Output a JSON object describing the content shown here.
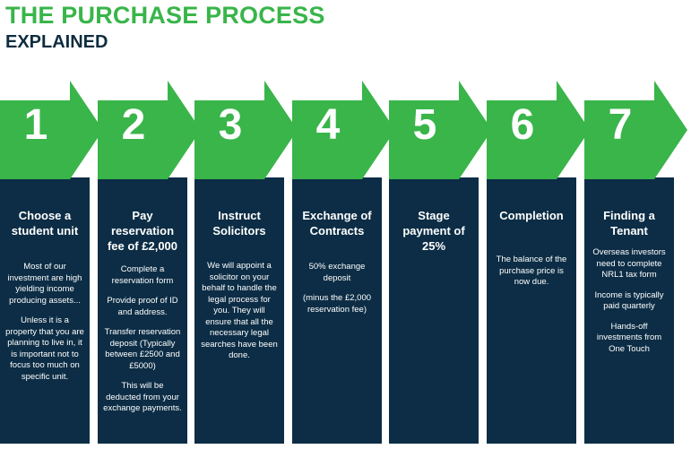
{
  "header": {
    "title": "THE PURCHASE PROCESS",
    "subtitle": "EXPLAINED"
  },
  "colors": {
    "green": "#39b54a",
    "navy": "#0c2d45"
  },
  "steps": [
    {
      "number": "1",
      "heading": "Choose a student unit",
      "body": [
        "Most of our investment are high yielding income producing assets...",
        "Unless it is a property that you are planning to live in, it is important not to focus too much on specific unit."
      ]
    },
    {
      "number": "2",
      "heading": "Pay reservation fee of £2,000",
      "body": [
        "Complete a reservation form",
        "Provide proof of ID and address.",
        "Transfer reservation deposit (Typically between £2500 and £5000)",
        "This will be deducted from your exchange payments."
      ]
    },
    {
      "number": "3",
      "heading": "Instruct Solicitors",
      "body": [
        "We will appoint a solicitor on your behalf to handle the legal process for you. They will ensure that all the necessary legal searches have been done."
      ]
    },
    {
      "number": "4",
      "heading": "Exchange of Contracts",
      "body": [
        "50% exchange deposit",
        "(minus the £2,000 reservation fee)"
      ]
    },
    {
      "number": "5",
      "heading": "Stage payment of 25%",
      "body": []
    },
    {
      "number": "6",
      "heading": "Completion",
      "body": [
        "The balance of the purchase price is now due."
      ]
    },
    {
      "number": "7",
      "heading": "Finding a Tenant",
      "body": [
        "Overseas investors need to complete NRL1 tax form",
        "Income is typically paid quarterly",
        "Hands-off investments from One Touch"
      ]
    }
  ]
}
